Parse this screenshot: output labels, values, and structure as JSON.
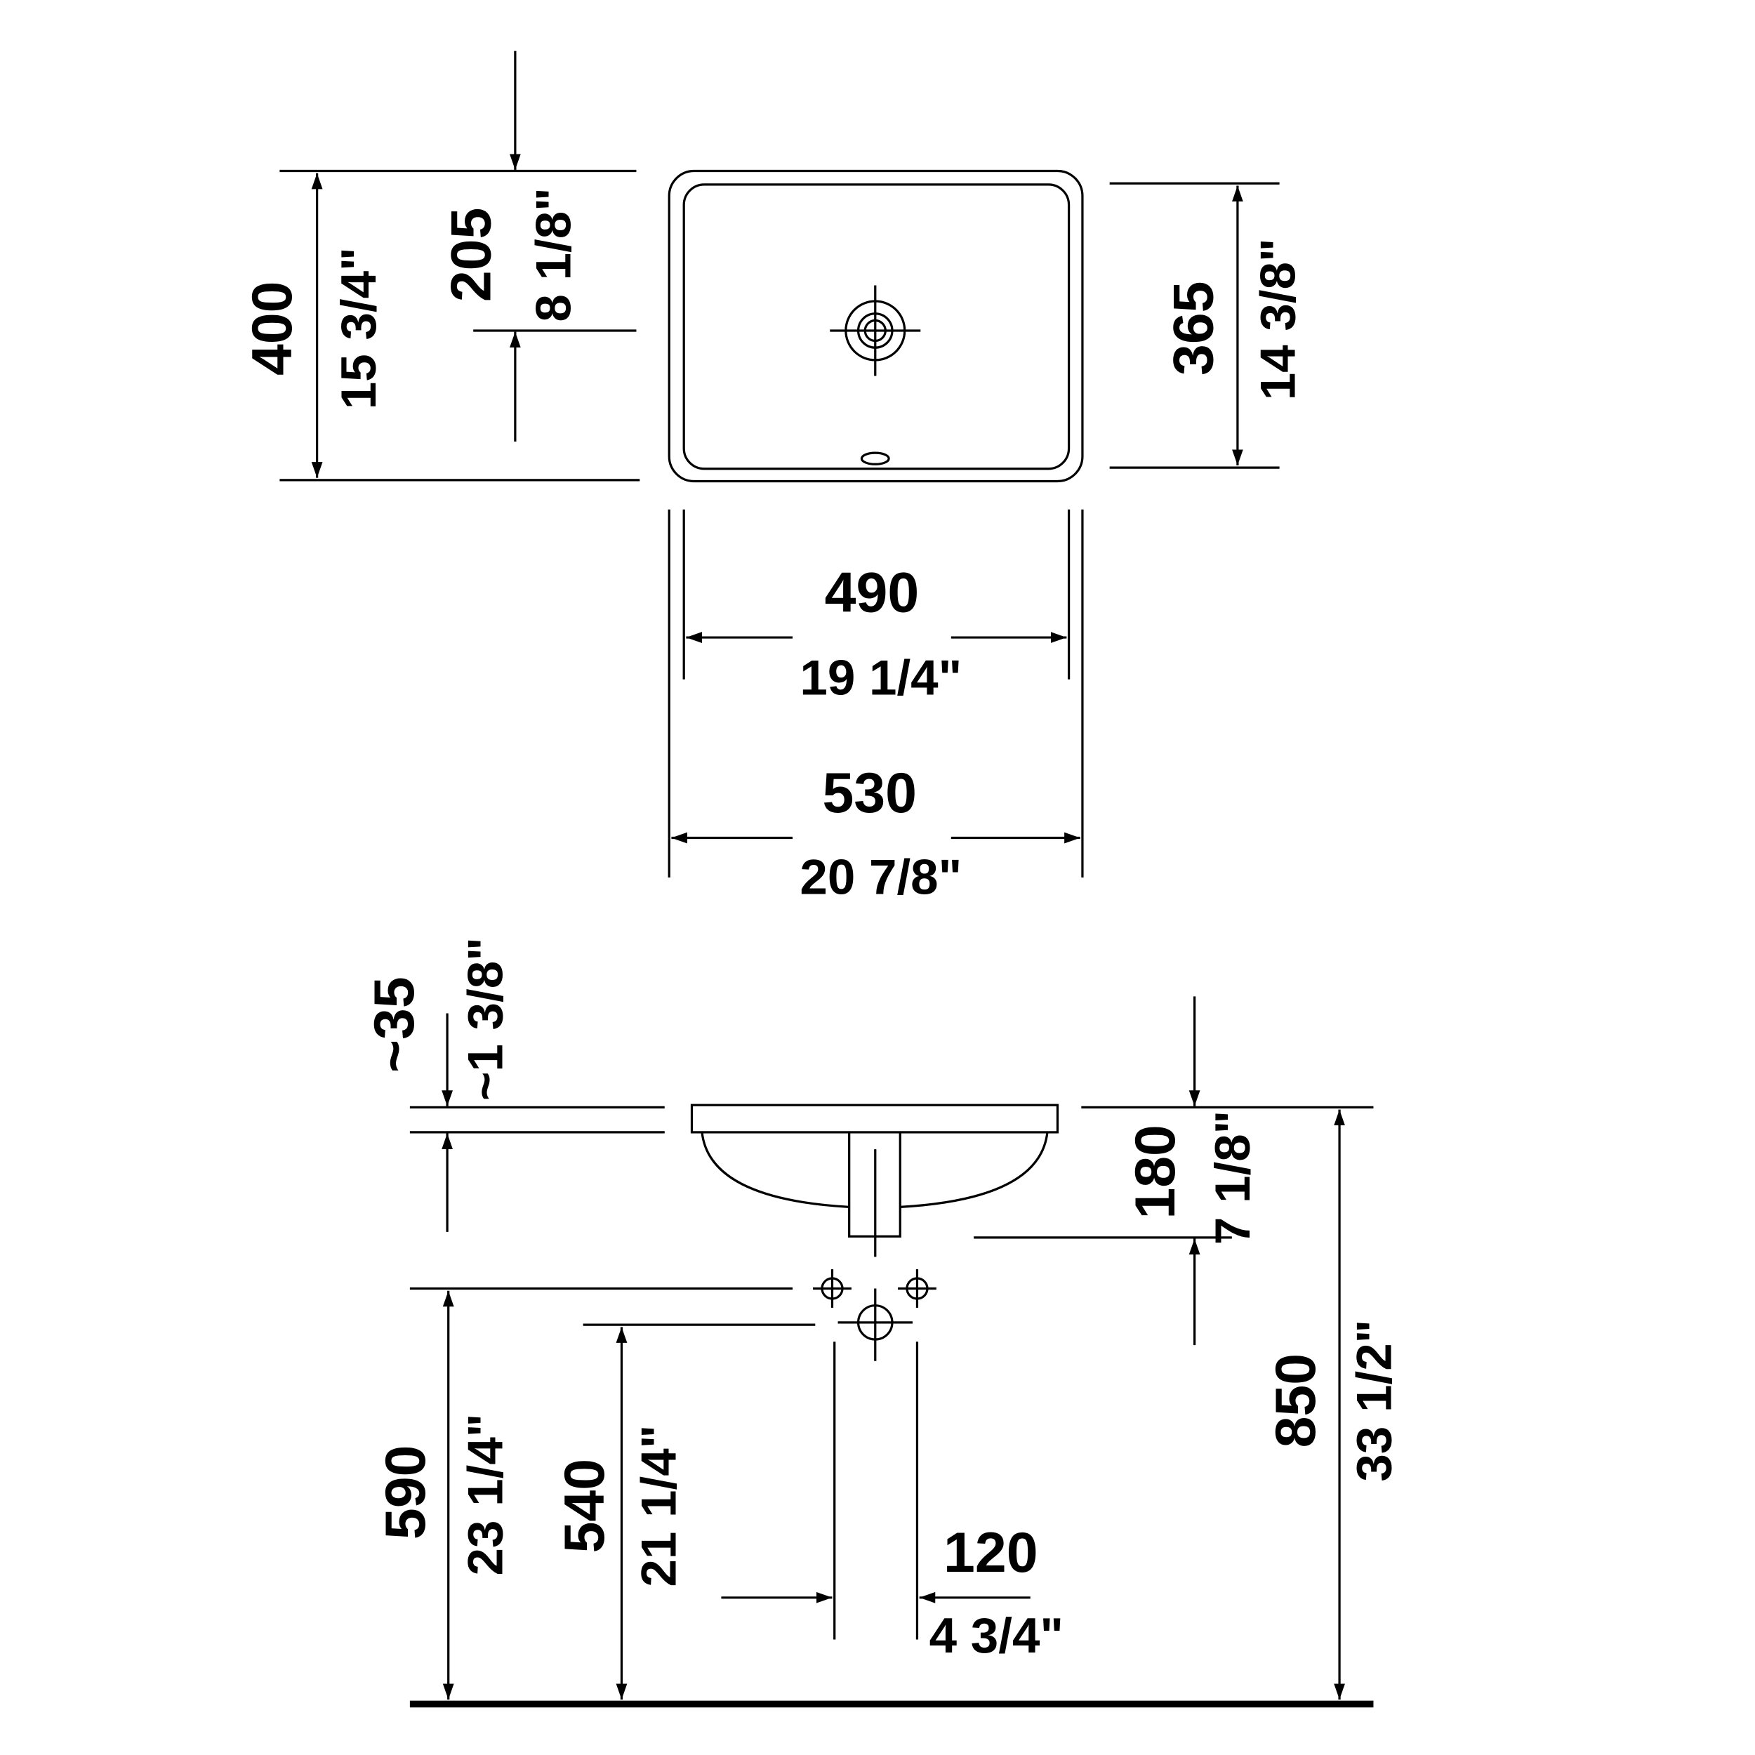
{
  "top_view": {
    "depth_overall": {
      "mm": "400",
      "inch": "15 3/4\""
    },
    "drain_offset": {
      "mm": "205",
      "inch": "8 1/8\""
    },
    "depth_inner": {
      "mm": "365",
      "inch": "14 3/8\""
    },
    "width_inner": {
      "mm": "490",
      "inch": "19 1/4\""
    },
    "width_overall": {
      "mm": "530",
      "inch": "20 7/8\""
    }
  },
  "side_view": {
    "countertop": {
      "mm": "~35",
      "inch": "~1 3/8\""
    },
    "bowl_height": {
      "mm": "180",
      "inch": "7 1/8\""
    },
    "rim_height": {
      "mm": "850",
      "inch": "33 1/2\""
    },
    "supply_height": {
      "mm": "590",
      "inch": "23 1/4\""
    },
    "drain_height": {
      "mm": "540",
      "inch": "21 1/4\""
    },
    "supply_spacing": {
      "mm": "120",
      "inch": "4 3/4\""
    }
  }
}
